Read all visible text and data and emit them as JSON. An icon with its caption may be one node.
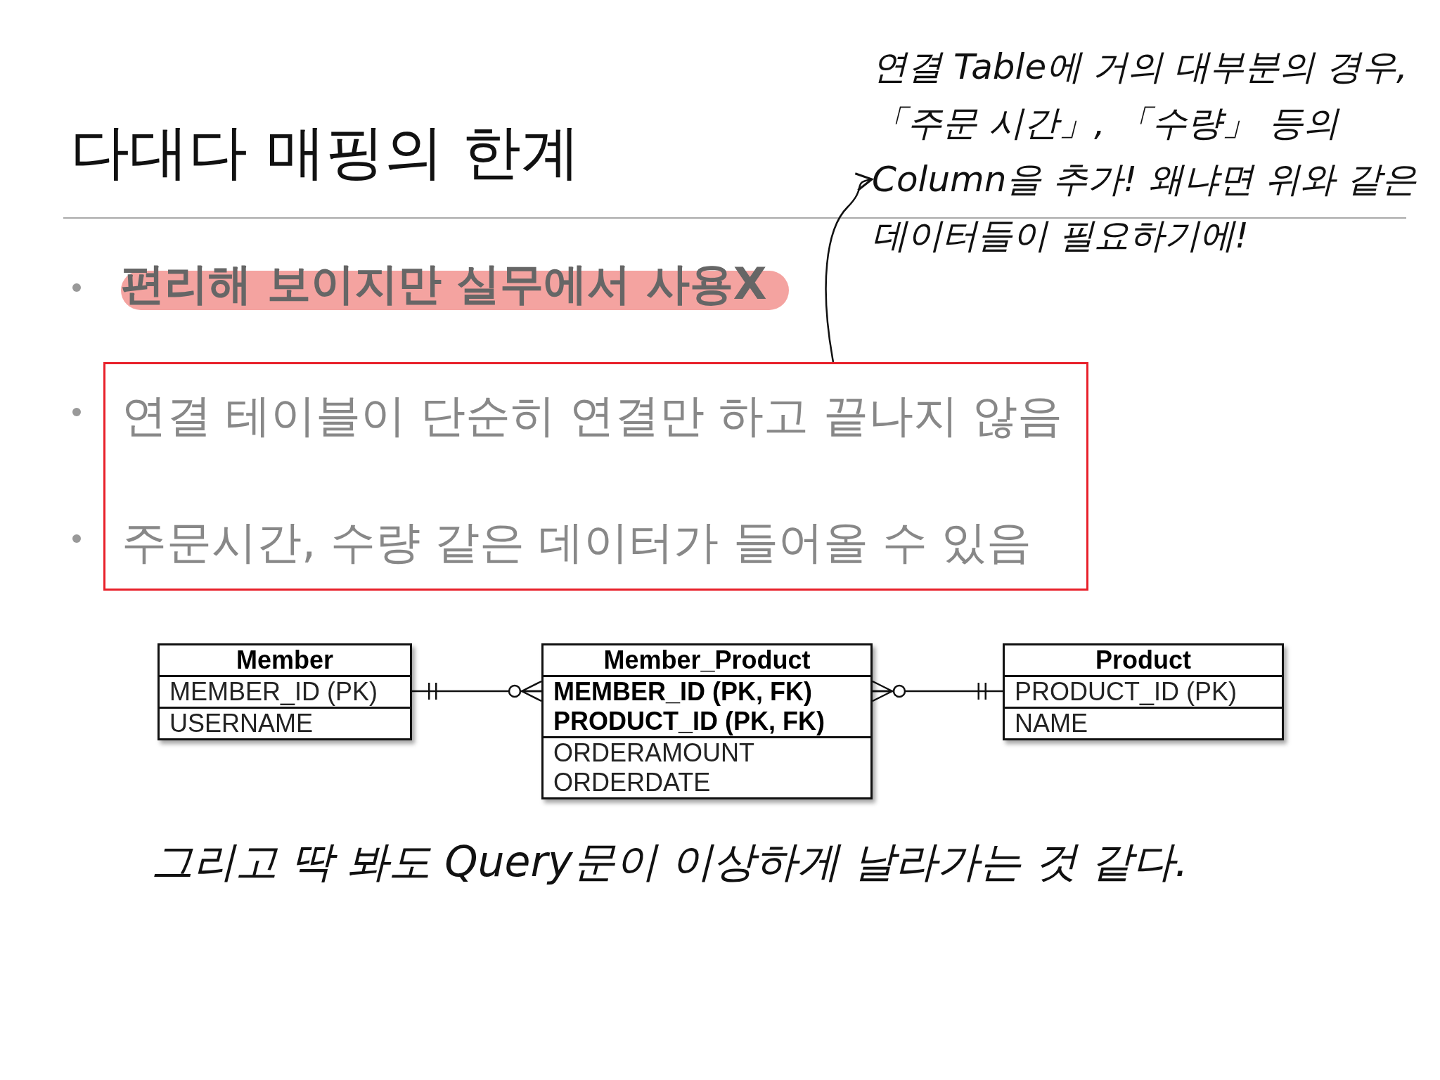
{
  "diagram": {
    "title": "다대다 매핑의 한계",
    "nodes": [
      {
        "text": [
          "연결 테이블이 단순히 연결만 하고 끝나지 않음",
          "주문시간, 수량 같은 데이터가 들어올 수 있음"
        ]
      },
      {
        "text": [
          "연결 Table에 거의 대부분의 경우, 「주문 시간」, 「수량」 등의 Column을 추가! 왜냐면 위와 같은 데이터들이 필요하기에!"
        ]
      },
      {
        "text": [
          "Member",
          "MEMBER_ID (PK)",
          "USERNAME"
        ]
      },
      {
        "text": [
          "Member_Product",
          "MEMBER_ID (PK, FK)",
          "PRODUCT_ID (PK, FK)",
          "ORDERAMOUNT",
          "ORDERDATE"
        ]
      },
      {
        "text": [
          "Product",
          "PRODUCT_ID (PK)",
          "NAME"
        ]
      }
    ],
    "edges": [
      {
        "from": 0,
        "to": 1,
        "arrow": "to"
      },
      {
        "from": 2,
        "to": 3,
        "arrow": "other"
      },
      {
        "from": 4,
        "to": 3,
        "arrow": "other"
      }
    ],
    "labels": [
      "편리해 보이지만 실무에서 사용X",
      "그리고 딱 봐도 Query문이 이상하게 날라가는 것 같다."
    ]
  }
}
